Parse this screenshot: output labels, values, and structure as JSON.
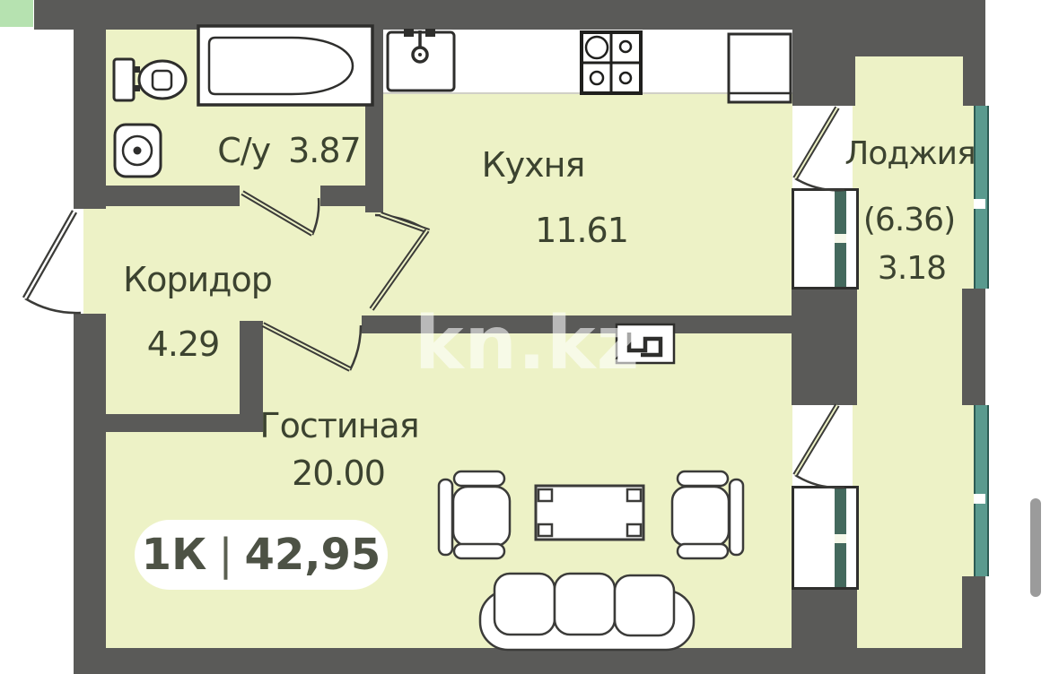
{
  "badge": {
    "rooms_count": "1К",
    "separator": "|",
    "total_area": "42,95"
  },
  "watermark": "kn.kz",
  "rooms": {
    "bathroom": {
      "name": "С/у",
      "area": "3.87"
    },
    "kitchen": {
      "name": "Кухня",
      "area": "11.61"
    },
    "corridor": {
      "name": "Коридор",
      "area": "4.29"
    },
    "living_room": {
      "name": "Гостиная",
      "area": "20.00"
    },
    "loggia": {
      "name": "Лоджия",
      "area_total": "(6.36)",
      "area_reduced": "3.18"
    }
  },
  "colors": {
    "wall": "#5a5a58",
    "floor": "#edf2c6",
    "window_glass": "#5a9a8e",
    "partition_glass": "#44695d",
    "corner_accent": "#b6e2b0",
    "label_text": "#3c4330",
    "badge_text": "#4d5245"
  }
}
